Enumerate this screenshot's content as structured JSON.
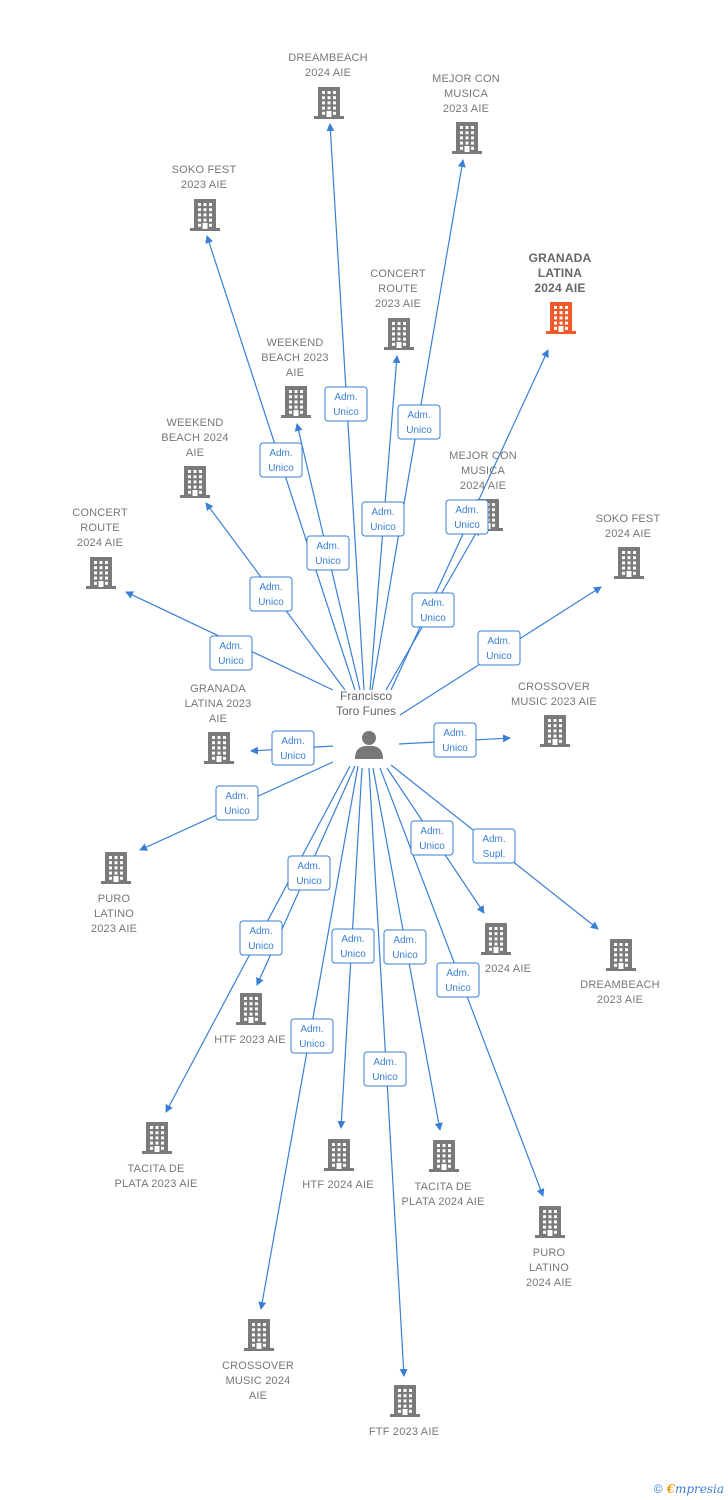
{
  "colors": {
    "edge": "#3a7fd5",
    "building": "#7a7a7a",
    "building_highlight": "#f05a28",
    "person": "#777777"
  },
  "person": {
    "name_line1": "Francisco",
    "name_line2": "Toro Funes",
    "icon": "person-icon"
  },
  "companies": [
    {
      "id": "dreambeach-2024",
      "lines": [
        "DREAMBEACH",
        "2024  AIE"
      ],
      "highlight": false
    },
    {
      "id": "mejor-con-musica-2023",
      "lines": [
        "MEJOR CON",
        "MUSICA",
        "2023  AIE"
      ],
      "highlight": false
    },
    {
      "id": "soko-fest-2023",
      "lines": [
        "SOKO FEST",
        "2023  AIE"
      ],
      "highlight": false
    },
    {
      "id": "granada-latina-2024",
      "lines": [
        "GRANADA",
        "LATINA",
        "2024  AIE"
      ],
      "highlight": true
    },
    {
      "id": "concert-route-2023",
      "lines": [
        "CONCERT",
        "ROUTE",
        "2023  AIE"
      ],
      "highlight": false
    },
    {
      "id": "weekend-beach-2023",
      "lines": [
        "WEEKEND",
        "BEACH 2023",
        "AIE"
      ],
      "highlight": false
    },
    {
      "id": "weekend-beach-2024",
      "lines": [
        "WEEKEND",
        "BEACH 2024",
        "AIE"
      ],
      "highlight": false
    },
    {
      "id": "mejor-con-musica-2024",
      "lines": [
        "MEJOR CON",
        "MUSICA",
        "2024  AIE"
      ],
      "highlight": false
    },
    {
      "id": "concert-route-2024",
      "lines": [
        "CONCERT",
        "ROUTE",
        "2024  AIE"
      ],
      "highlight": false
    },
    {
      "id": "soko-fest-2024",
      "lines": [
        "SOKO FEST",
        "2024  AIE"
      ],
      "highlight": false
    },
    {
      "id": "granada-latina-2023",
      "lines": [
        "GRANADA",
        "LATINA 2023",
        "AIE"
      ],
      "highlight": false
    },
    {
      "id": "crossover-music-2023",
      "lines": [
        "CROSSOVER",
        "MUSIC 2023  AIE"
      ],
      "highlight": false
    },
    {
      "id": "puro-latino-2023",
      "lines": [
        "PURO",
        "LATINO",
        "2023  AIE"
      ],
      "highlight": false
    },
    {
      "id": "ftf-2024",
      "lines": [
        "2024  AIE"
      ],
      "highlight": false
    },
    {
      "id": "dreambeach-2023",
      "lines": [
        "DREAMBEACH",
        "2023  AIE"
      ],
      "highlight": false
    },
    {
      "id": "htf-2023",
      "lines": [
        "HTF 2023  AIE"
      ],
      "highlight": false
    },
    {
      "id": "tacita-de-plata-2023",
      "lines": [
        "TACITA DE",
        "PLATA 2023  AIE"
      ],
      "highlight": false
    },
    {
      "id": "htf-2024",
      "lines": [
        "HTF 2024  AIE"
      ],
      "highlight": false
    },
    {
      "id": "tacita-de-plata-2024",
      "lines": [
        "TACITA DE",
        "PLATA 2024  AIE"
      ],
      "highlight": false
    },
    {
      "id": "puro-latino-2024",
      "lines": [
        "PURO",
        "LATINO",
        "2024  AIE"
      ],
      "highlight": false
    },
    {
      "id": "crossover-music-2024",
      "lines": [
        "CROSSOVER",
        "MUSIC 2024",
        "AIE"
      ],
      "highlight": false
    },
    {
      "id": "ftf-2023",
      "lines": [
        "FTF 2023  AIE"
      ],
      "highlight": false
    }
  ],
  "edges": [
    {
      "to": "dreambeach-2024",
      "role": [
        "Adm.",
        "Unico"
      ]
    },
    {
      "to": "mejor-con-musica-2023",
      "role": [
        "Adm.",
        "Unico"
      ]
    },
    {
      "to": "soko-fest-2023",
      "role": [
        "Adm.",
        "Unico"
      ]
    },
    {
      "to": "granada-latina-2024",
      "role": [
        "Adm.",
        "Unico"
      ]
    },
    {
      "to": "concert-route-2023",
      "role": [
        "Adm.",
        "Unico"
      ]
    },
    {
      "to": "weekend-beach-2023",
      "role": [
        "Adm.",
        "Unico"
      ]
    },
    {
      "to": "weekend-beach-2024",
      "role": [
        "Adm.",
        "Unico"
      ]
    },
    {
      "to": "mejor-con-musica-2024",
      "role": [
        "Adm.",
        "Unico"
      ]
    },
    {
      "to": "concert-route-2024",
      "role": [
        "Adm.",
        "Unico"
      ]
    },
    {
      "to": "soko-fest-2024",
      "role": [
        "Adm.",
        "Unico"
      ]
    },
    {
      "to": "granada-latina-2023",
      "role": [
        "Adm.",
        "Unico"
      ]
    },
    {
      "to": "crossover-music-2023",
      "role": [
        "Adm.",
        "Unico"
      ]
    },
    {
      "to": "puro-latino-2023",
      "role": [
        "Adm.",
        "Unico"
      ]
    },
    {
      "to": "ftf-2024",
      "role": [
        "Adm.",
        "Unico"
      ]
    },
    {
      "to": "dreambeach-2023",
      "role": [
        "Adm.",
        "Supl."
      ]
    },
    {
      "to": "htf-2023",
      "role": [
        "Adm.",
        "Unico"
      ]
    },
    {
      "to": "tacita-de-plata-2023",
      "role": [
        "Adm.",
        "Unico"
      ]
    },
    {
      "to": "htf-2024",
      "role": [
        "Adm.",
        "Unico"
      ]
    },
    {
      "to": "tacita-de-plata-2024",
      "role": [
        "Adm.",
        "Unico"
      ]
    },
    {
      "to": "puro-latino-2024",
      "role": [
        "Adm.",
        "Unico"
      ]
    },
    {
      "to": "crossover-music-2024",
      "role": [
        "Adm.",
        "Unico"
      ]
    },
    {
      "to": "ftf-2023",
      "role": [
        "Adm.",
        "Unico"
      ]
    }
  ],
  "footer": {
    "copyright": "©",
    "brand_initial": "€",
    "brand_rest": "mpresia"
  }
}
